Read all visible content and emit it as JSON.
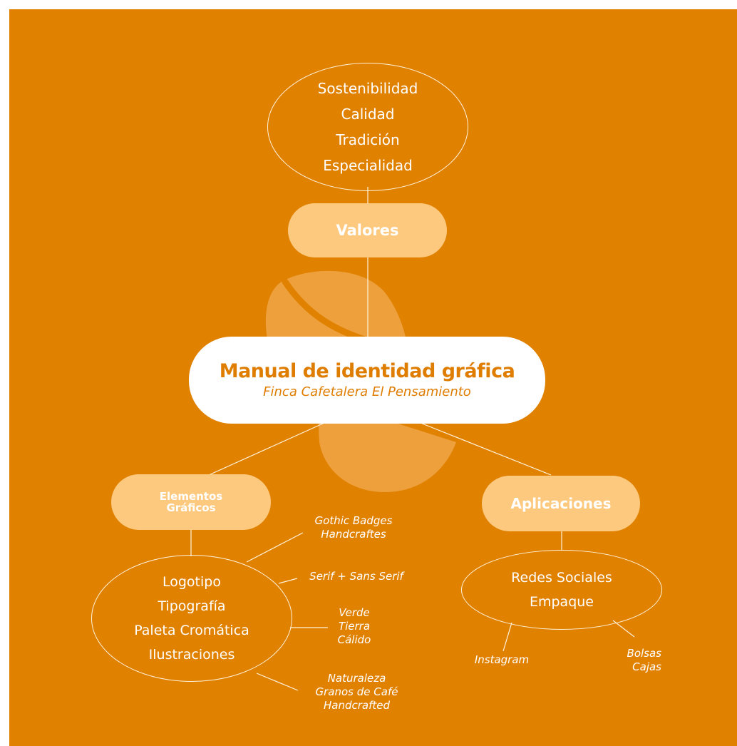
{
  "colors": {
    "background": "#e08100",
    "pill_light": "#fdc97f",
    "main_pill": "#ffffff",
    "title_color": "#df7d00",
    "bean": "#eea03d",
    "line": "#fff3dc"
  },
  "top_values": [
    "Sostenibilidad",
    "Calidad",
    "Tradición",
    "Especialidad"
  ],
  "valores_label": "Valores",
  "main": {
    "title": "Manual de identidad gráfica",
    "subtitle": "Finca Cafetalera El Pensamiento"
  },
  "elementos": {
    "label_line1": "Elementos",
    "label_line2": "Gráficos",
    "items": [
      "Logotipo",
      "Tipografía",
      "Paleta Cromática",
      "Ilustraciones"
    ],
    "notes": {
      "logotipo": [
        "Gothic Badges",
        "Handcraftes"
      ],
      "tipografia": [
        "Serif + Sans Serif"
      ],
      "paleta": [
        "Verde",
        "Tierra",
        "Cálido"
      ],
      "ilustraciones": [
        "Naturaleza",
        "Granos de Café",
        "Handcrafted"
      ]
    }
  },
  "aplicaciones": {
    "label": "Aplicaciones",
    "items": [
      "Redes Sociales",
      "Empaque"
    ],
    "notes": {
      "redes": [
        "Instagram"
      ],
      "empaque": [
        "Bolsas",
        "Cajas"
      ]
    }
  }
}
